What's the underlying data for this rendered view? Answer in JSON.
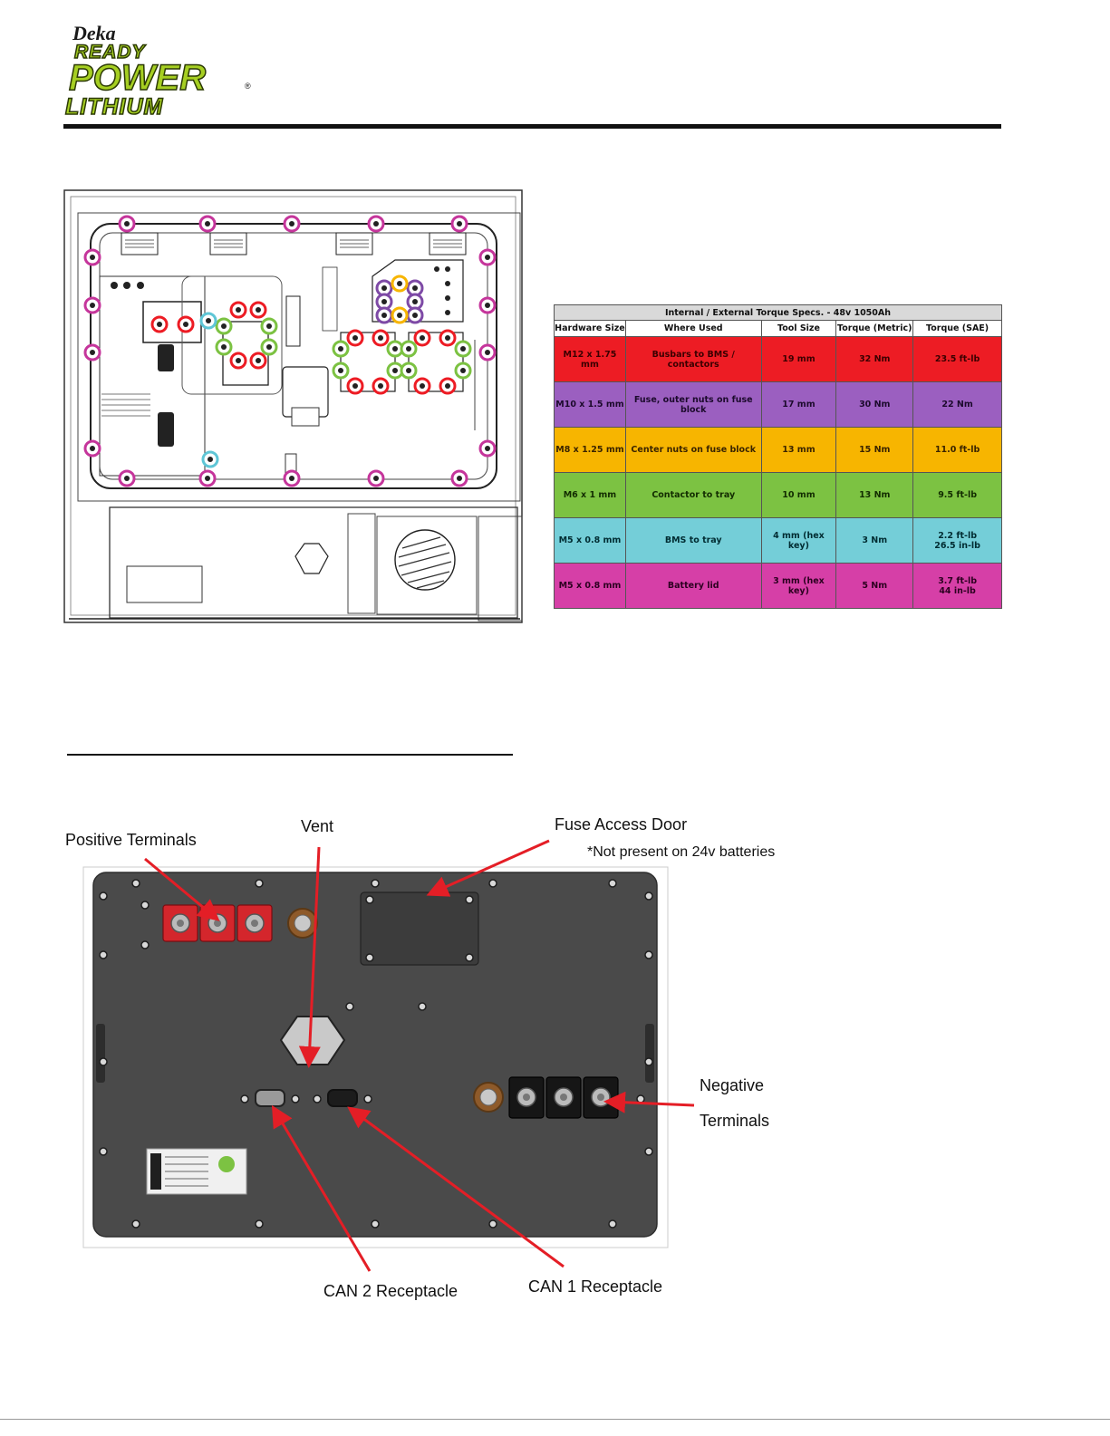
{
  "logo": {
    "brand": "Deka",
    "line1": "READY",
    "line2": "POWER",
    "line3": "LITHIUM",
    "registered": "®"
  },
  "table": {
    "title": "Internal / External Torque Specs. - 48v 1050Ah",
    "headers": [
      "Hardware Size",
      "Where Used",
      "Tool Size",
      "Torque (Metric)",
      "Torque (SAE)"
    ],
    "rows": [
      {
        "hardware": "M12 x 1.75 mm",
        "where": "Busbars to BMS / contactors",
        "tool": "19 mm",
        "metric": "32 Nm",
        "sae1": "23.5 ft-lb",
        "sae2": "",
        "color": "#ed1c24",
        "text": "#3a0000"
      },
      {
        "hardware": "M10 x 1.5 mm",
        "where": "Fuse, outer nuts on fuse block",
        "tool": "17 mm",
        "metric": "30 Nm",
        "sae1": "22 Nm",
        "sae2": "",
        "color": "#9b5fc0",
        "text": "#1c0a2c"
      },
      {
        "hardware": "M8 x 1.25 mm",
        "where": "Center nuts on fuse block",
        "tool": "13 mm",
        "metric": "15 Nm",
        "sae1": "11.0 ft-lb",
        "sae2": "",
        "color": "#f7b500",
        "text": "#3a2400"
      },
      {
        "hardware": "M6 x 1 mm",
        "where": "Contactor to tray",
        "tool": "10 mm",
        "metric": "13 Nm",
        "sae1": "9.5 ft-lb",
        "sae2": "",
        "color": "#7cc242",
        "text": "#122c00"
      },
      {
        "hardware": "M5 x 0.8 mm",
        "where": "BMS to tray",
        "tool": "4 mm (hex key)",
        "metric": "3 Nm",
        "sae1": "2.2 ft-lb",
        "sae2": "26.5 in-lb",
        "color": "#74ced8",
        "text": "#002c32"
      },
      {
        "hardware": "M5 x 0.8 mm",
        "where": "Battery lid",
        "tool": "3 mm (hex key)",
        "metric": "5 Nm",
        "sae1": "3.7 ft-lb",
        "sae2": "44 in-lb",
        "color": "#d63fa7",
        "text": "#2c0020"
      }
    ]
  },
  "callouts": {
    "positive": "Positive Terminals",
    "vent": "Vent",
    "fuse": "Fuse Access Door",
    "fuse_note": "*Not present on 24v batteries",
    "negative1": "Negative",
    "negative2": "Terminals",
    "can2": "CAN 2 Receptacle",
    "can1": "CAN 1 Receptacle"
  },
  "colors": {
    "red": "#ed1c24",
    "purple": "#7e4aa6",
    "orange": "#f7b500",
    "green": "#7cc242",
    "cyan": "#5fc6d6",
    "magenta": "#c5359b",
    "lid": "#4a4a4a",
    "arrow": "#e41e26"
  }
}
